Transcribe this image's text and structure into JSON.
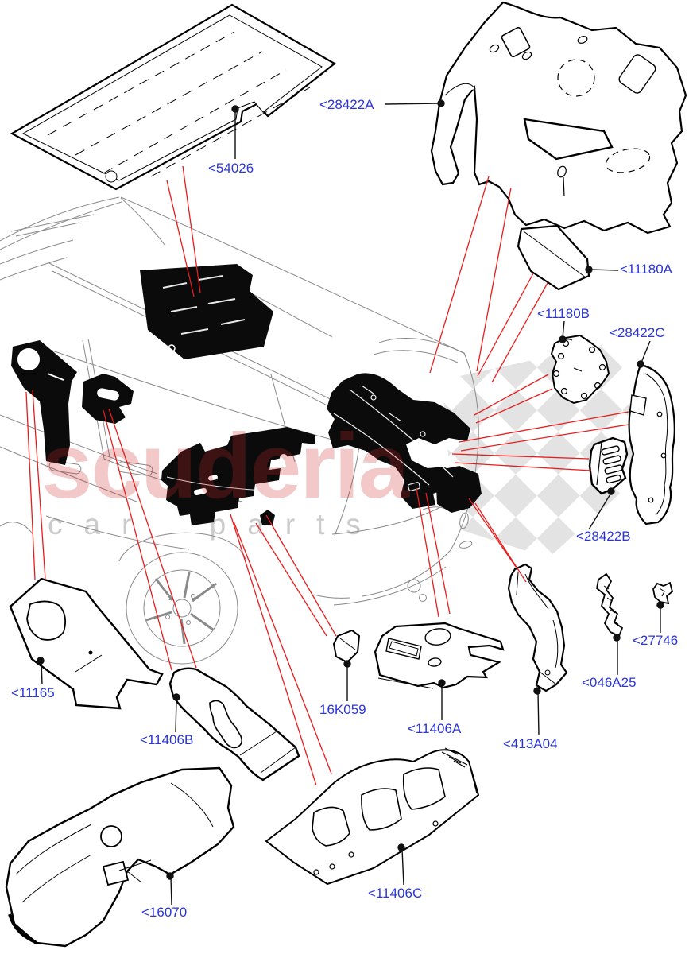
{
  "diagram": {
    "kind": "exploded-vehicle-parts-diagram",
    "section": "body insulation and sound deadening panels",
    "label_color": "#2a35d9",
    "callout_line_color": "#e81c1c",
    "leader_line_color": "#111111",
    "part_outline_color": "#000000"
  },
  "watermark": {
    "primary": "scuderia",
    "secondary": "car parts",
    "primary_color": "#cc2a2a",
    "secondary_color": "#cbcbcb",
    "checker_color": "#e0e0e0"
  },
  "callouts": [
    {
      "id": "54026",
      "text": "<54026"
    },
    {
      "id": "28422A",
      "text": "<28422A"
    },
    {
      "id": "11180A",
      "text": "<11180A"
    },
    {
      "id": "11180B",
      "text": "<11180B"
    },
    {
      "id": "28422C",
      "text": "<28422C"
    },
    {
      "id": "28422B",
      "text": "<28422B"
    },
    {
      "id": "27746",
      "text": "<27746"
    },
    {
      "id": "046A25",
      "text": "<046A25"
    },
    {
      "id": "413A04",
      "text": "<413A04"
    },
    {
      "id": "11406A",
      "text": "<11406A"
    },
    {
      "id": "16K059",
      "text": "16K059"
    },
    {
      "id": "11406B",
      "text": "<11406B"
    },
    {
      "id": "11165",
      "text": "<11165"
    },
    {
      "id": "16070",
      "text": "<16070"
    },
    {
      "id": "11406C",
      "text": "<11406C"
    }
  ]
}
